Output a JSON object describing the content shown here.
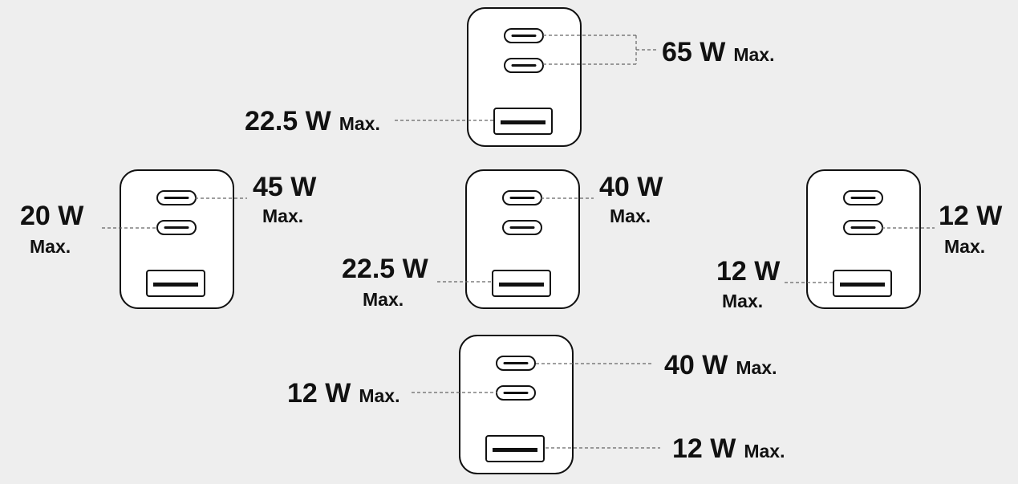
{
  "configurations": [
    {
      "id": "all-three",
      "labels": [
        {
          "port": "usb-c-pair",
          "watts": "65 W",
          "suffix": "Max."
        },
        {
          "port": "usb-a",
          "watts": "22.5 W",
          "suffix": "Max."
        }
      ]
    },
    {
      "id": "c1-c2",
      "labels": [
        {
          "port": "usb-c1",
          "watts": "45 W",
          "suffix": "Max."
        },
        {
          "port": "usb-c2",
          "watts": "20 W",
          "suffix": "Max."
        }
      ]
    },
    {
      "id": "c1-a",
      "labels": [
        {
          "port": "usb-c1",
          "watts": "40 W",
          "suffix": "Max."
        },
        {
          "port": "usb-a",
          "watts": "22.5 W",
          "suffix": "Max."
        }
      ]
    },
    {
      "id": "c2-a",
      "labels": [
        {
          "port": "usb-c2",
          "watts": "12 W",
          "suffix": "Max."
        },
        {
          "port": "usb-a",
          "watts": "12 W",
          "suffix": "Max."
        }
      ]
    },
    {
      "id": "c1-c2-a",
      "labels": [
        {
          "port": "usb-c1",
          "watts": "40 W",
          "suffix": "Max."
        },
        {
          "port": "usb-c2",
          "watts": "12 W",
          "suffix": "Max."
        },
        {
          "port": "usb-a",
          "watts": "12 W",
          "suffix": "Max."
        }
      ]
    }
  ]
}
